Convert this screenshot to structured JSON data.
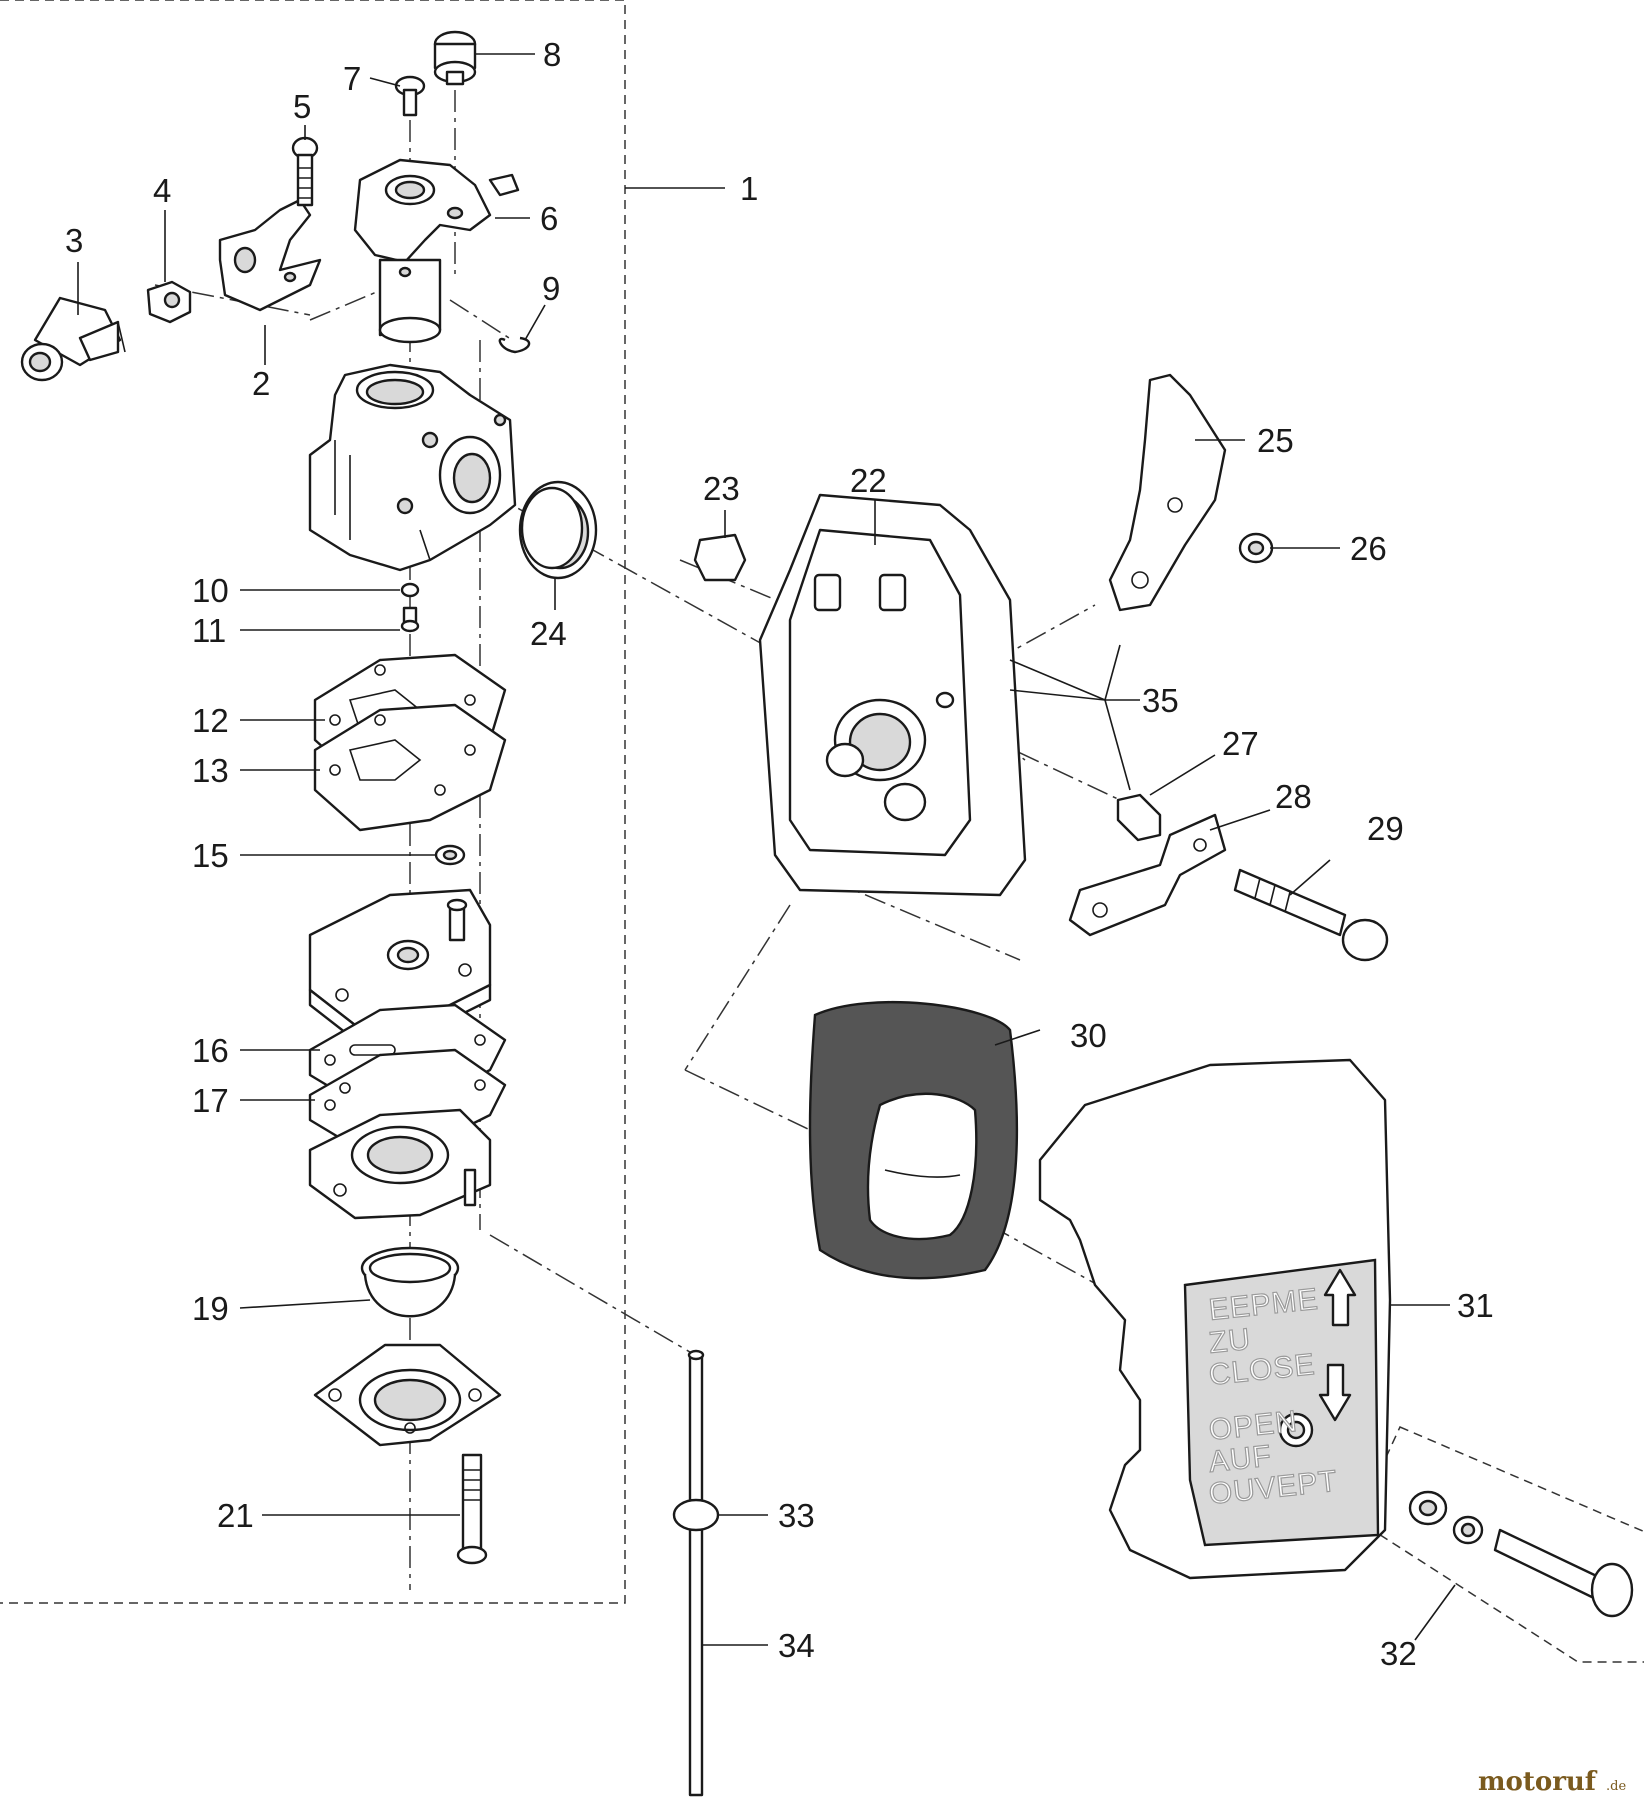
{
  "callouts": [
    {
      "id": "1",
      "text": "1"
    },
    {
      "id": "2",
      "text": "2"
    },
    {
      "id": "3",
      "text": "3"
    },
    {
      "id": "4",
      "text": "4"
    },
    {
      "id": "5",
      "text": "5"
    },
    {
      "id": "6",
      "text": "6"
    },
    {
      "id": "7",
      "text": "7"
    },
    {
      "id": "8",
      "text": "8"
    },
    {
      "id": "9",
      "text": "9"
    },
    {
      "id": "10",
      "text": "10"
    },
    {
      "id": "11",
      "text": "11"
    },
    {
      "id": "12",
      "text": "12"
    },
    {
      "id": "13",
      "text": "13"
    },
    {
      "id": "15",
      "text": "15"
    },
    {
      "id": "16",
      "text": "16"
    },
    {
      "id": "17",
      "text": "17"
    },
    {
      "id": "19",
      "text": "19"
    },
    {
      "id": "21",
      "text": "21"
    },
    {
      "id": "22",
      "text": "22"
    },
    {
      "id": "23",
      "text": "23"
    },
    {
      "id": "24",
      "text": "24"
    },
    {
      "id": "25",
      "text": "25"
    },
    {
      "id": "26",
      "text": "26"
    },
    {
      "id": "27",
      "text": "27"
    },
    {
      "id": "28",
      "text": "28"
    },
    {
      "id": "29",
      "text": "29"
    },
    {
      "id": "30",
      "text": "30"
    },
    {
      "id": "31",
      "text": "31"
    },
    {
      "id": "32",
      "text": "32"
    },
    {
      "id": "33",
      "text": "33"
    },
    {
      "id": "34",
      "text": "34"
    },
    {
      "id": "35",
      "text": "35"
    }
  ],
  "cover_labels": {
    "line1": "EEPME",
    "line2": "ZU",
    "line3": "CLOSE",
    "line4": "OPEN",
    "line5": "AUF",
    "line6": "OUVEPT"
  },
  "watermark": {
    "brand": "motoruf",
    "suffix": ".de"
  }
}
